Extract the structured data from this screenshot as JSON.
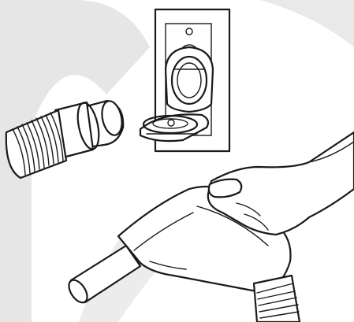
{
  "illustration": {
    "colors": {
      "ink": "#1a1a1a",
      "background": "#ffffff",
      "watermark": "#e6e6e6"
    },
    "parts": [
      "watermark-shape",
      "wall-plate",
      "inlet-port",
      "inlet-door",
      "hose-cuff",
      "hose-end",
      "hand",
      "hose-handle",
      "wand-tube"
    ]
  }
}
